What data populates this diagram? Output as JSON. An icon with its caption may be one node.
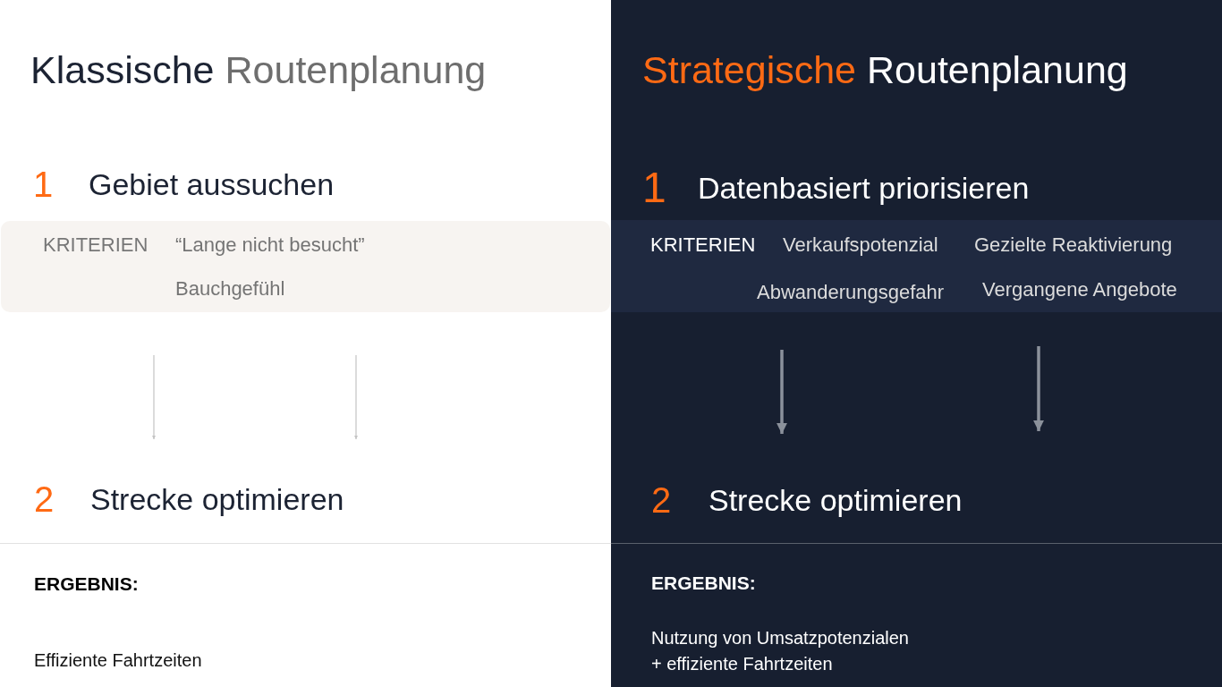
{
  "diagram": {
    "nodes": [
      {
        "text": [
          "Klassische",
          "Routenplanung"
        ]
      },
      {
        "text": [
          "1",
          "Gebiet aussuchen"
        ],
        "in": 0
      },
      {
        "text": [
          "KRITERIEN",
          "“Lange nicht besucht”",
          "Bauchgefühl"
        ],
        "in": 0
      },
      {
        "text": [
          "2",
          "Strecke optimieren"
        ],
        "in": 0
      },
      {
        "text": [
          "ERGEBNIS:",
          "Effiziente Fahrtzeiten"
        ],
        "in": 0
      },
      {
        "text": [
          "Strategische",
          "Routenplanung"
        ]
      },
      {
        "text": [
          "1",
          "Datenbasiert priorisieren"
        ],
        "in": 5
      },
      {
        "text": [
          "KRITERIEN",
          "Verkaufspotenzial",
          "Gezielte Reaktivierung",
          "Abwanderungsgefahr",
          "Vergangene Angebote"
        ],
        "in": 5
      },
      {
        "text": [
          "2",
          "Strecke optimieren"
        ],
        "in": 5
      },
      {
        "text": [
          "ERGEBNIS:",
          "Nutzung von Umsatzpotenzialen + effiziente Fahrtzeiten"
        ],
        "in": 5
      }
    ],
    "edges": [
      {
        "from": 2,
        "to": 3,
        "arrow": "to",
        "color": "#c4c4c4"
      },
      {
        "from": 2,
        "to": 3,
        "arrow": "to",
        "color": "#c4c4c4"
      },
      {
        "from": 7,
        "to": 8,
        "arrow": "to",
        "style": "thick",
        "color": "#8b919b"
      },
      {
        "from": 7,
        "to": 8,
        "arrow": "to",
        "style": "thick",
        "color": "#8b919b"
      }
    ]
  }
}
